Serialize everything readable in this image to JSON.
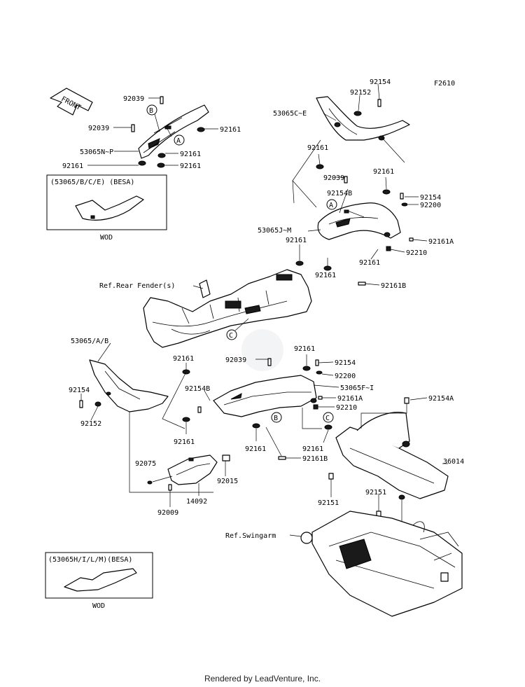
{
  "diagram": {
    "figure_code": "F2610",
    "front_label": "FRONT",
    "labels": {
      "p92039_a": "92039",
      "p92039_b": "92039",
      "p92039_c": "92039",
      "p92039_d": "92039",
      "p53065np": "53065N~P",
      "p92161_1": "92161",
      "p92161_2": "92161",
      "p92161_3": "92161",
      "p92161_4": "92161",
      "p92161_5": "92161",
      "p92161_6": "92161",
      "p92161_7": "92161",
      "p92161_8": "92161",
      "p92161_9": "92161",
      "p92161_10": "92161",
      "p92161_11": "92161",
      "p92161_12": "92161",
      "p92161_13": "92161",
      "p92161_14": "92161",
      "p92154_1": "92154",
      "p92152_1": "92152",
      "p53065ce": "53065C~E",
      "p92154b_1": "92154B",
      "p92154_2": "92154",
      "p92200_1": "92200",
      "p53065jm": "53065J~M",
      "p92161a_1": "92161A",
      "p92210_1": "92210",
      "p92161b_1": "92161B",
      "ref_rear_fender": "Ref.Rear Fender(s)",
      "p53065ab": "53065/A/B",
      "p92154_3": "92154",
      "p92152_2": "92152",
      "p92154b_2": "92154B",
      "p92154_4": "92154",
      "p92200_2": "92200",
      "p53065fi": "53065F~I",
      "p92161a_2": "92161A",
      "p92210_2": "92210",
      "p92154a": "92154A",
      "p92161b_2": "92161B",
      "p36014": "36014",
      "p92075": "92075",
      "p92015": "92015",
      "p14092": "14092",
      "p92009": "92009",
      "p92151_1": "92151",
      "p92151_2": "92151",
      "ref_swingarm": "Ref.Swingarm"
    },
    "callouts": {
      "A": "A",
      "B": "B",
      "C": "C"
    },
    "inset_top": {
      "title": "(53065/B/C/E)  (BESA)",
      "caption": "WOD"
    },
    "inset_bottom": {
      "title": "(53065H/I/L/M)(BESA)",
      "caption": "WOD"
    }
  },
  "footer": {
    "text": "Rendered by LeadVenture, Inc."
  }
}
